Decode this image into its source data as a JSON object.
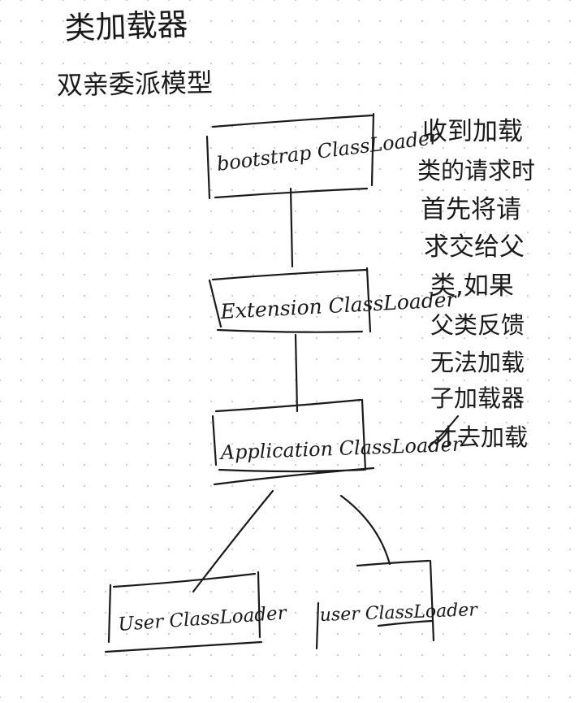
{
  "heading": {
    "title": "类加载器",
    "subtitle": "双亲委派模型"
  },
  "nodes": {
    "bootstrap": "bootstrap ClassLoader",
    "extension": "Extension ClassLoader",
    "application": "Application ClassLoader",
    "user_left": "User ClassLoader",
    "user_right": "user ClassLoader"
  },
  "note": {
    "lines": [
      "收到加载",
      "类的请求时",
      "首先将请",
      "求交给父",
      "类,如果",
      "父类反馈",
      "无法加载",
      "子加载器",
      "才去加载"
    ]
  },
  "ink_color": "#1a1a1a"
}
